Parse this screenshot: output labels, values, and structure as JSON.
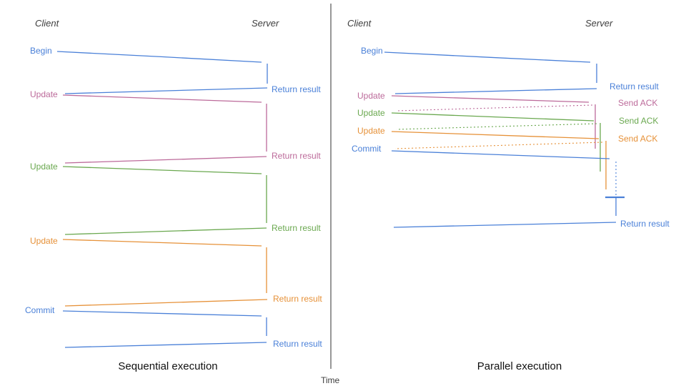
{
  "figure": {
    "time_axis_label": "Time",
    "colors": {
      "blue": "#4a80d8",
      "magenta": "#bc6a9a",
      "green": "#6aa84f",
      "orange": "#e69138",
      "axis": "#444444",
      "caption": "#111111"
    },
    "panels": [
      {
        "caption": "Sequential execution",
        "client_label": "Client",
        "server_label": "Server",
        "messages": [
          {
            "request": "Begin",
            "response": "Return result",
            "color": "blue"
          },
          {
            "request": "Update",
            "response": "Return result",
            "color": "magenta"
          },
          {
            "request": "Update",
            "response": "Return result",
            "color": "green"
          },
          {
            "request": "Update",
            "response": "Return result",
            "color": "orange"
          },
          {
            "request": "Commit",
            "response": "Return result",
            "color": "blue"
          }
        ]
      },
      {
        "caption": "Parallel execution",
        "client_label": "Client",
        "server_label": "Server",
        "messages": [
          {
            "request": "Begin",
            "response": "Return result",
            "color": "blue"
          },
          {
            "request": "Update",
            "response": "Send ACK",
            "color": "magenta"
          },
          {
            "request": "Update",
            "response": "Send ACK",
            "color": "green"
          },
          {
            "request": "Update",
            "response": "Send ACK",
            "color": "orange"
          },
          {
            "request": "Commit",
            "response": "Return result",
            "color": "blue"
          }
        ]
      }
    ]
  }
}
